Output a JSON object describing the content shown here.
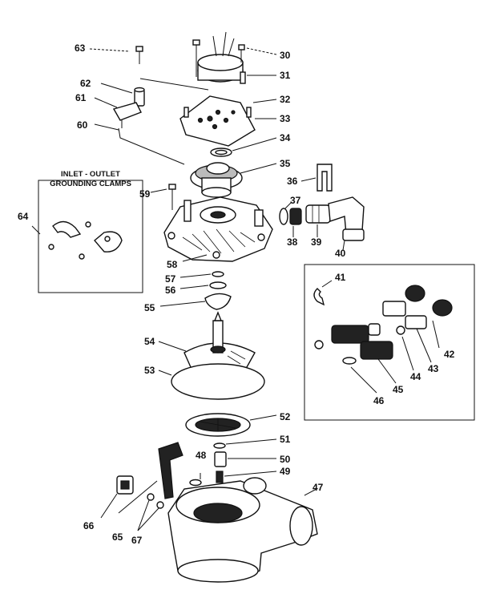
{
  "inset_left": {
    "title_line1": "INLET - OUTLET",
    "title_line2": "GROUNDING CLAMPS"
  },
  "labels": {
    "n30": "30",
    "n31": "31",
    "n32": "32",
    "n33": "33",
    "n34": "34",
    "n35": "35",
    "n36": "36",
    "n37": "37",
    "n38": "38",
    "n39": "39",
    "n40": "40",
    "n41": "41",
    "n42": "42",
    "n43": "43",
    "n44": "44",
    "n45": "45",
    "n46": "46",
    "n47": "47",
    "n48": "48",
    "n49": "49",
    "n50": "50",
    "n51": "51",
    "n52": "52",
    "n53": "53",
    "n54": "54",
    "n55": "55",
    "n56": "56",
    "n57": "57",
    "n58": "58",
    "n59": "59",
    "n60": "60",
    "n61": "61",
    "n62": "62",
    "n63": "63",
    "n64": "64",
    "n65": "65",
    "n66": "66",
    "n67": "67"
  }
}
